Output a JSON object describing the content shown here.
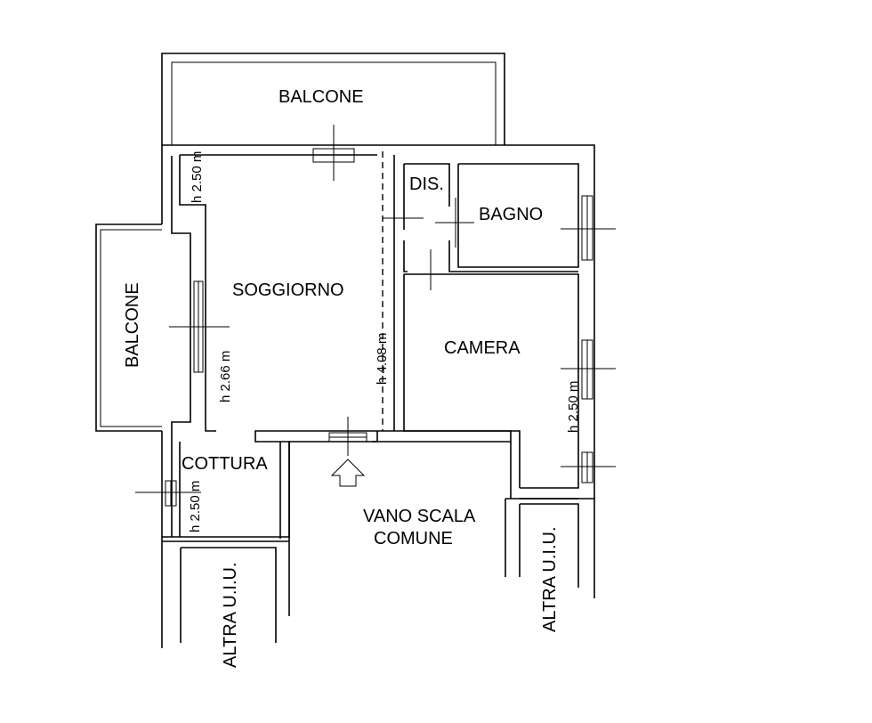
{
  "rooms": {
    "balcone_top": "BALCONE",
    "balcone_left": "BALCONE",
    "soggiorno": "SOGGIORNO",
    "dis": "DIS.",
    "bagno": "BAGNO",
    "camera": "CAMERA",
    "cottura": "COTTURA",
    "vano_scala_1": "VANO SCALA",
    "vano_scala_2": "COMUNE",
    "altra_left": "ALTRA U.I.U.",
    "altra_right": "ALTRA U.I.U."
  },
  "heights": {
    "soggiorno_top": "h 2.50 m",
    "soggiorno": "h 2.66 m",
    "soggiorno_right": "h 4.08 m",
    "camera": "h 2.50 m",
    "cottura": "h 2.50 m"
  },
  "colors": {
    "line": "#000000",
    "background": "#ffffff"
  }
}
